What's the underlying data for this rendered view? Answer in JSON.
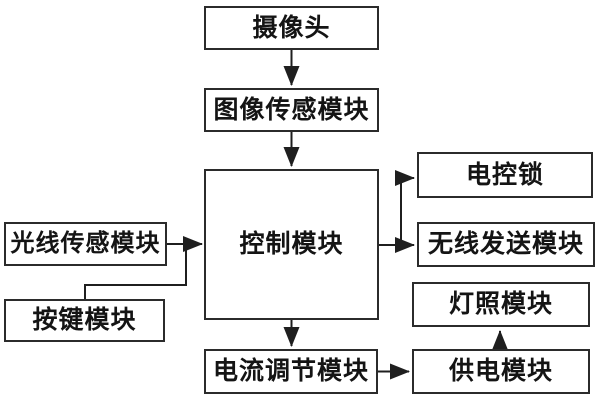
{
  "diagram": {
    "type": "block-diagram",
    "background_color": "#ffffff",
    "line_color": "#1f1f1f",
    "box_fill_color": "#ffffff",
    "box_border_color": "#2b2b2b",
    "text_color": "#141414",
    "nodes": {
      "camera": {
        "label": "摄像头"
      },
      "image_sensor": {
        "label": "图像传感模块"
      },
      "control": {
        "label": "控制模块"
      },
      "light_sensor": {
        "label": "光线传感模块"
      },
      "button": {
        "label": "按键模块"
      },
      "lock": {
        "label": "电控锁"
      },
      "wireless": {
        "label": "无线发送模块"
      },
      "lighting": {
        "label": "灯照模块"
      },
      "power": {
        "label": "供电模块"
      },
      "current": {
        "label": "电流调节模块"
      }
    },
    "edges": [
      {
        "from": "camera",
        "to": "image_sensor",
        "arrow": true
      },
      {
        "from": "image_sensor",
        "to": "control",
        "arrow": true
      },
      {
        "from": "light_sensor",
        "to": "control",
        "arrow": true
      },
      {
        "from": "button",
        "to": "control",
        "arrow": true,
        "note": "elbow line merging into light_sensor arrow"
      },
      {
        "from": "control",
        "to": "lock",
        "arrow": true
      },
      {
        "from": "control",
        "to": "wireless",
        "arrow": true
      },
      {
        "from": "control",
        "to": "current",
        "arrow": true
      },
      {
        "from": "current",
        "to": "power",
        "arrow": true
      },
      {
        "from": "power",
        "to": "lighting",
        "arrow": true
      }
    ]
  }
}
